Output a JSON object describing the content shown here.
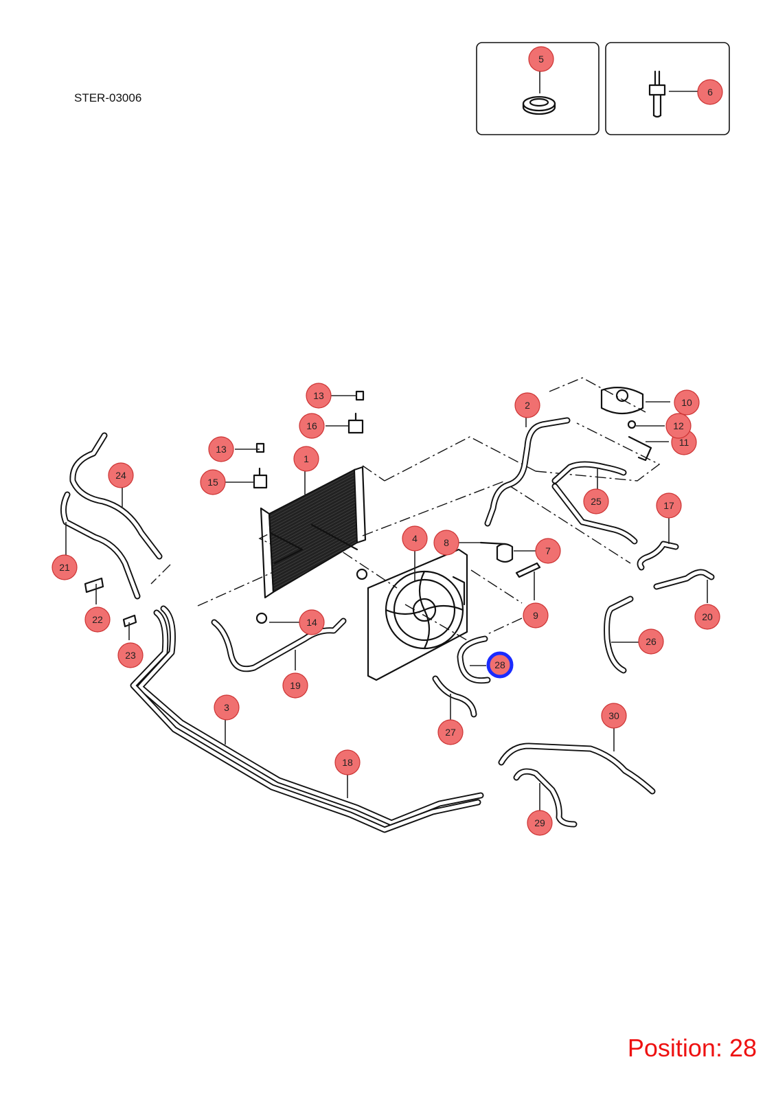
{
  "document_code": "STER-03006",
  "position": {
    "label": "Position: 28",
    "selected": "28"
  },
  "colors": {
    "callout_fill": "#f07070",
    "callout_highlight": "#1a2bff",
    "position_text": "#ee1111"
  },
  "callouts": [
    {
      "id": "1",
      "label": "1"
    },
    {
      "id": "2",
      "label": "2"
    },
    {
      "id": "3",
      "label": "3"
    },
    {
      "id": "4",
      "label": "4"
    },
    {
      "id": "5",
      "label": "5"
    },
    {
      "id": "6",
      "label": "6"
    },
    {
      "id": "7",
      "label": "7"
    },
    {
      "id": "8",
      "label": "8"
    },
    {
      "id": "9",
      "label": "9"
    },
    {
      "id": "10",
      "label": "10"
    },
    {
      "id": "11",
      "label": "11"
    },
    {
      "id": "12",
      "label": "12"
    },
    {
      "id": "13a",
      "label": "13"
    },
    {
      "id": "13b",
      "label": "13"
    },
    {
      "id": "14",
      "label": "14"
    },
    {
      "id": "15",
      "label": "15"
    },
    {
      "id": "16",
      "label": "16"
    },
    {
      "id": "17",
      "label": "17"
    },
    {
      "id": "18",
      "label": "18"
    },
    {
      "id": "19",
      "label": "19"
    },
    {
      "id": "20",
      "label": "20"
    },
    {
      "id": "21",
      "label": "21"
    },
    {
      "id": "22",
      "label": "22"
    },
    {
      "id": "23",
      "label": "23"
    },
    {
      "id": "24",
      "label": "24"
    },
    {
      "id": "25",
      "label": "25"
    },
    {
      "id": "26",
      "label": "26"
    },
    {
      "id": "27",
      "label": "27"
    },
    {
      "id": "28",
      "label": "28"
    },
    {
      "id": "29",
      "label": "29"
    },
    {
      "id": "30",
      "label": "30"
    }
  ]
}
